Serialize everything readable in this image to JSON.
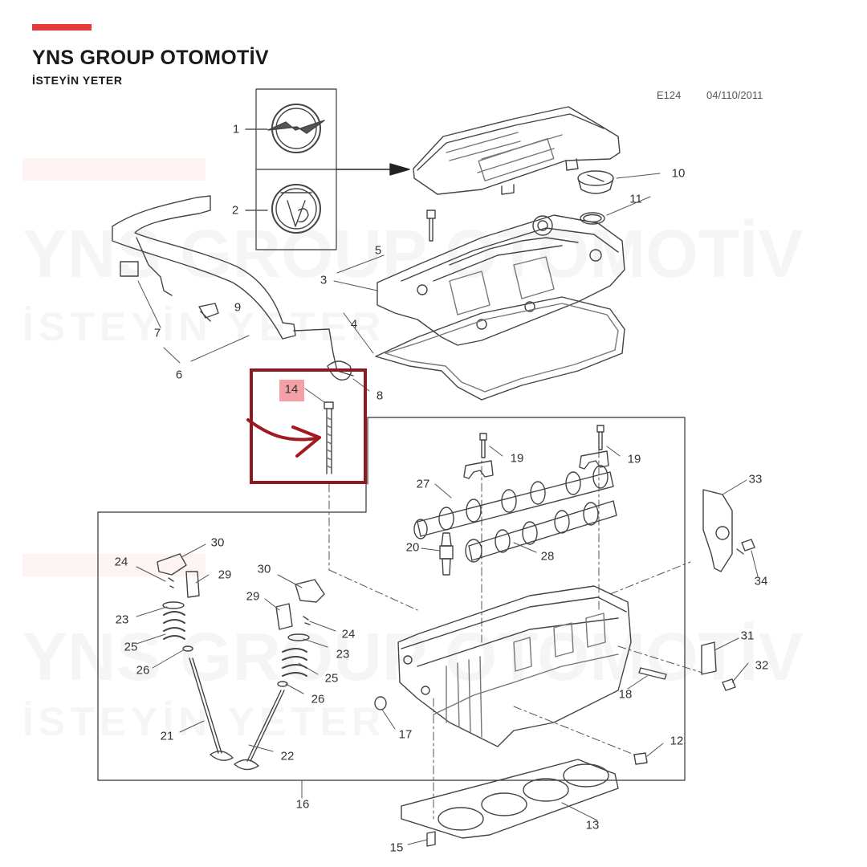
{
  "brand": {
    "title": "YNS GROUP OTOMOTİV",
    "subtitle": "İSTEYİN YETER",
    "accent_color": "#e8393a"
  },
  "watermark": {
    "title": "YNS GROUP OTOMOTİV",
    "subtitle": "İSTEYİN YETER"
  },
  "document": {
    "code": "E124",
    "date": "04/110/2011"
  },
  "highlight": {
    "part": "14",
    "frame_color": "#8c1a1f",
    "tag_color": "#f3a0a6"
  },
  "parts": [
    {
      "id": "p1",
      "label": "1"
    },
    {
      "id": "p2",
      "label": "2"
    },
    {
      "id": "p3",
      "label": "3"
    },
    {
      "id": "p4",
      "label": "4"
    },
    {
      "id": "p5",
      "label": "5"
    },
    {
      "id": "p6",
      "label": "6"
    },
    {
      "id": "p7",
      "label": "7"
    },
    {
      "id": "p8",
      "label": "8"
    },
    {
      "id": "p9",
      "label": "9"
    },
    {
      "id": "p10",
      "label": "10"
    },
    {
      "id": "p11",
      "label": "11"
    },
    {
      "id": "p12",
      "label": "12"
    },
    {
      "id": "p13",
      "label": "13"
    },
    {
      "id": "p14",
      "label": "14"
    },
    {
      "id": "p15",
      "label": "15"
    },
    {
      "id": "p16",
      "label": "16"
    },
    {
      "id": "p17",
      "label": "17"
    },
    {
      "id": "p18",
      "label": "18"
    },
    {
      "id": "p19a",
      "label": "19"
    },
    {
      "id": "p19b",
      "label": "19"
    },
    {
      "id": "p20",
      "label": "20"
    },
    {
      "id": "p21",
      "label": "21"
    },
    {
      "id": "p22",
      "label": "22"
    },
    {
      "id": "p23a",
      "label": "23"
    },
    {
      "id": "p23b",
      "label": "23"
    },
    {
      "id": "p24a",
      "label": "24"
    },
    {
      "id": "p24b",
      "label": "24"
    },
    {
      "id": "p25a",
      "label": "25"
    },
    {
      "id": "p25b",
      "label": "25"
    },
    {
      "id": "p26a",
      "label": "26"
    },
    {
      "id": "p26b",
      "label": "26"
    },
    {
      "id": "p27",
      "label": "27"
    },
    {
      "id": "p28",
      "label": "28"
    },
    {
      "id": "p29a",
      "label": "29"
    },
    {
      "id": "p29b",
      "label": "29"
    },
    {
      "id": "p30a",
      "label": "30"
    },
    {
      "id": "p30b",
      "label": "30"
    },
    {
      "id": "p31",
      "label": "31"
    },
    {
      "id": "p32",
      "label": "32"
    },
    {
      "id": "p33",
      "label": "33"
    },
    {
      "id": "p34",
      "label": "34"
    }
  ]
}
